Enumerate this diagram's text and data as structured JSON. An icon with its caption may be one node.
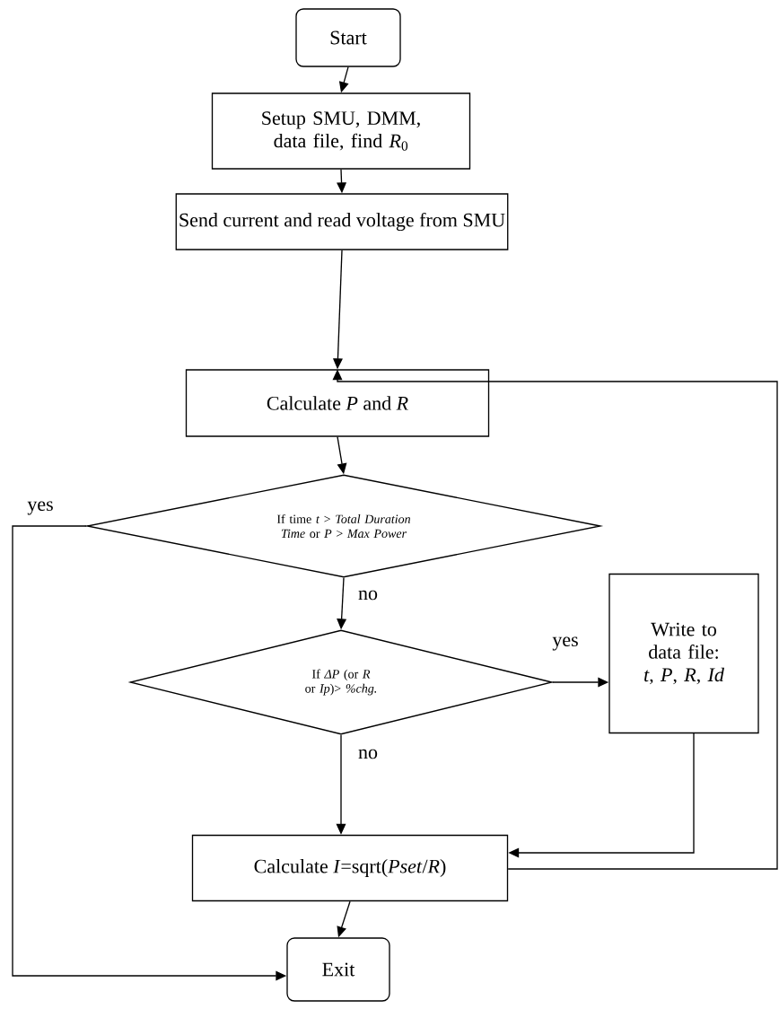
{
  "diagram": {
    "nodes": [
      {
        "text": [
          "Start"
        ]
      },
      {
        "text": [
          "Setup SMU, DMM, data file, find *R*$_{0}$"
        ]
      },
      {
        "text": [
          "Send current and read voltage from SMU"
        ]
      },
      {
        "text": [
          "Calculate *P* and *R*"
        ]
      },
      {
        "text": [
          "If time *t* > *Total Duration Time* or *P* > *Max Power*"
        ]
      },
      {
        "text": [
          "If *ΔP* (or *R* or *Ip*)> *%chg.*"
        ]
      },
      {
        "text": [
          "Write to data file: *t*, *P*, *R*, *Id*"
        ]
      },
      {
        "text": [
          "Calculate *I*=sqrt(*Pset*/*R*)"
        ]
      },
      {
        "text": [
          "Exit"
        ]
      }
    ],
    "edges": [
      {
        "from": 0,
        "to": 1,
        "arrow": "to"
      },
      {
        "from": 1,
        "to": 2,
        "arrow": "to"
      },
      {
        "from": 2,
        "to": 3,
        "arrow": "to"
      },
      {
        "from": 3,
        "to": 4,
        "arrow": "to"
      },
      {
        "from": 4,
        "to": 8,
        "arrow": "to",
        "label": "yes"
      },
      {
        "from": 4,
        "to": 5,
        "arrow": "to",
        "label": "no"
      },
      {
        "from": 5,
        "to": 6,
        "arrow": "to",
        "label": "yes"
      },
      {
        "from": 5,
        "to": 7,
        "arrow": "to",
        "label": "no"
      },
      {
        "from": 6,
        "to": 7,
        "arrow": "to"
      },
      {
        "from": 7,
        "to": 8,
        "arrow": "to"
      },
      {
        "from": 7,
        "to": 3,
        "arrow": "to"
      }
    ]
  }
}
